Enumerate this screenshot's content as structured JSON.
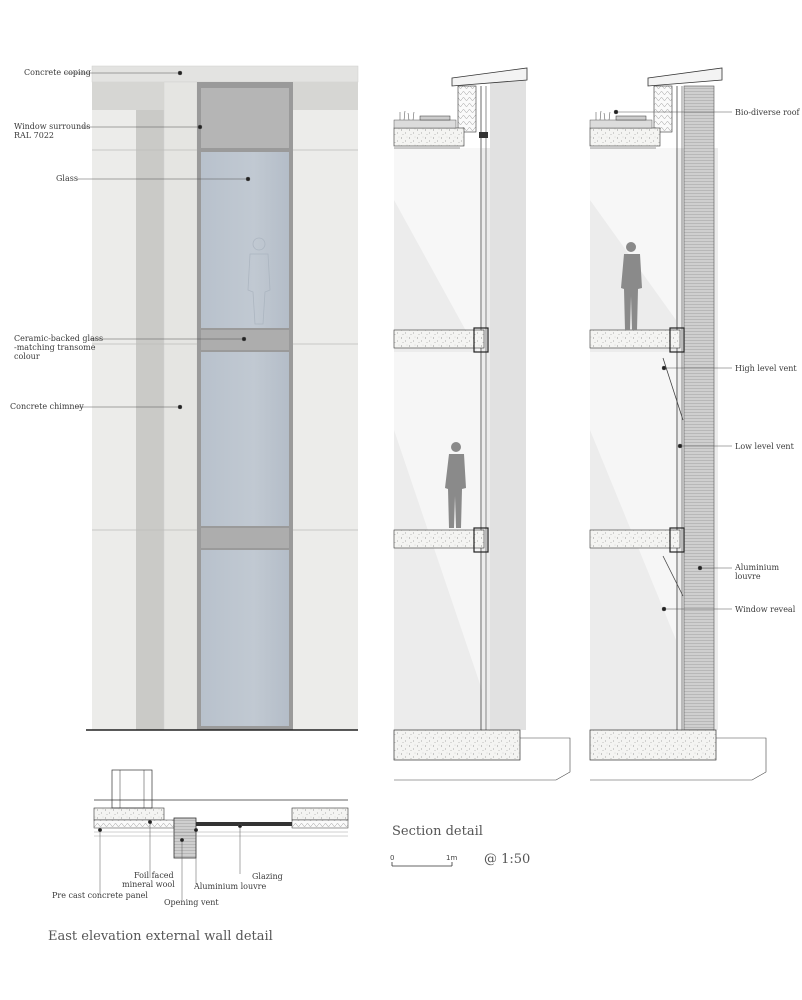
{
  "elevation": {
    "labels": {
      "coping": "Concrete coping",
      "window_surrounds_1": "Window surrounds",
      "window_surrounds_2": "RAL 7022",
      "glass": "Glass",
      "ceramic_1": "Ceramic-backed glass",
      "ceramic_2": "-matching transome",
      "ceramic_3": "colour",
      "chimney": "Concrete chimney"
    },
    "title": "East elevation external wall detail"
  },
  "plan_detail": {
    "labels": {
      "precast": "Pre cast concrete panel",
      "foil_1": "Foil faced",
      "foil_2": "mineral wool",
      "opening_vent": "Opening vent",
      "louvre": "Aluminium louvre",
      "glazing": "Glazing"
    }
  },
  "section": {
    "labels": {
      "bio_roof": "Bio-diverse roof",
      "high_vent": "High level vent",
      "low_vent": "Low level vent",
      "alu_louvre_1": "Aluminium",
      "alu_louvre_2": "louvre",
      "window_reveal": "Window reveal"
    },
    "title": "Section detail"
  },
  "scale_bar": {
    "start": "0",
    "end": "1m",
    "ratio": "@ 1:50"
  },
  "colors": {
    "concrete": "#e9e9e6",
    "chimney": "#c9c9c6",
    "glass": "#b9c2cc",
    "frame": "#8e8e8e",
    "line": "#333333"
  }
}
